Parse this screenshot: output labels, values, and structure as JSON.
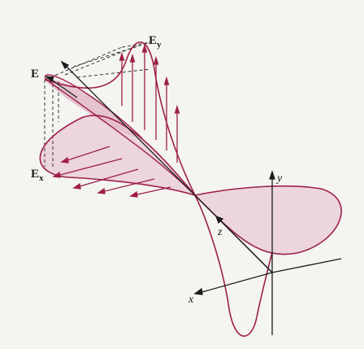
{
  "labels": {
    "E": "E",
    "Ey_main": "E",
    "Ey_sub": "y",
    "Ex_main": "E",
    "Ex_sub": "x",
    "axis_x": "x",
    "axis_y": "y",
    "axis_z": "z"
  },
  "colors": {
    "background": "#f4f4f1",
    "wave": "#9e2048",
    "fill": "#eacfd8",
    "axis": "#1c1c1c",
    "guide": "#333333"
  }
}
